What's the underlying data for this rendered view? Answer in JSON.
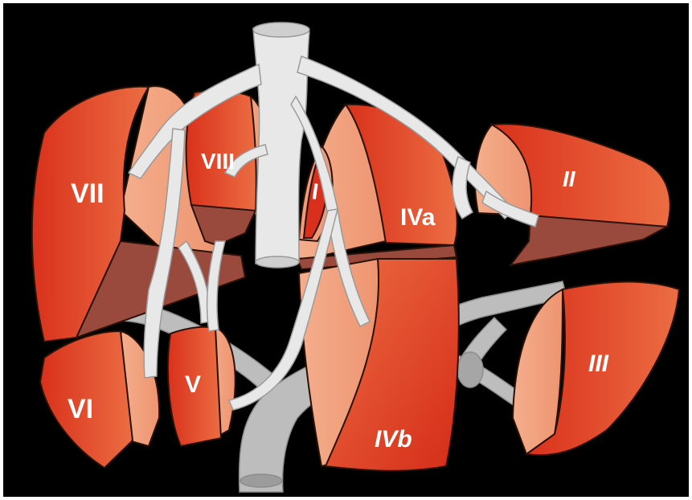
{
  "diagram": {
    "background": "#000000",
    "colors": {
      "segment_dark": "#d9311c",
      "segment_mid": "#ea6a3e",
      "segment_light": "#f2a27e",
      "segment_shadow": "#9a4a3c",
      "vein_hepatic": "#e6e6e6",
      "vein_portal": "#bcbcbc"
    },
    "segments": {
      "I": "I",
      "II": "II",
      "III": "III",
      "IVa": "IVa",
      "IVb": "IVb",
      "V": "V",
      "VI": "VI",
      "VII": "VII",
      "VIII": "VIII"
    }
  }
}
